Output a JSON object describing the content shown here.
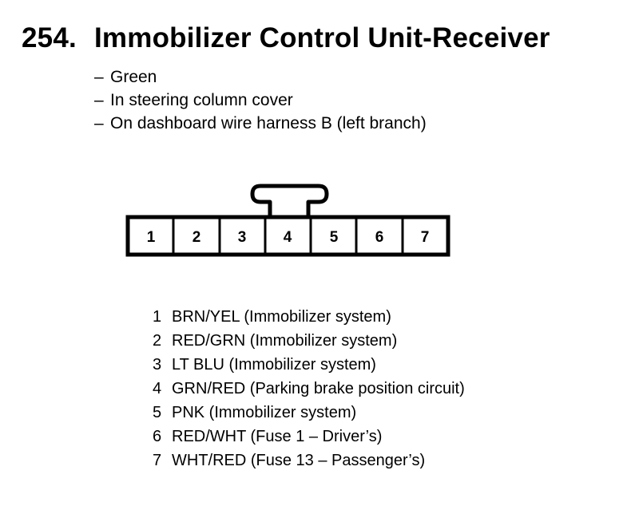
{
  "header": {
    "number": "254.",
    "title": "Immobilizer Control Unit-Receiver"
  },
  "notes": [
    {
      "dash": "–",
      "text": "Green"
    },
    {
      "dash": "–",
      "text": "In steering column cover"
    },
    {
      "dash": "–",
      "text": "On dashboard wire harness B (left branch)"
    }
  ],
  "connector": {
    "terminals": [
      "1",
      "2",
      "3",
      "4",
      "5",
      "6",
      "7"
    ]
  },
  "pins": [
    {
      "num": "1",
      "desc": "BRN/YEL (Immobilizer system)"
    },
    {
      "num": "2",
      "desc": "RED/GRN (Immobilizer system)"
    },
    {
      "num": "3",
      "desc": "LT BLU (Immobilizer system)"
    },
    {
      "num": "4",
      "desc": "GRN/RED (Parking brake position circuit)"
    },
    {
      "num": "5",
      "desc": "PNK (Immobilizer system)"
    },
    {
      "num": "6",
      "desc": "RED/WHT (Fuse 1 – Driver’s)"
    },
    {
      "num": "7",
      "desc": "WHT/RED (Fuse 13 – Passenger’s)"
    }
  ]
}
